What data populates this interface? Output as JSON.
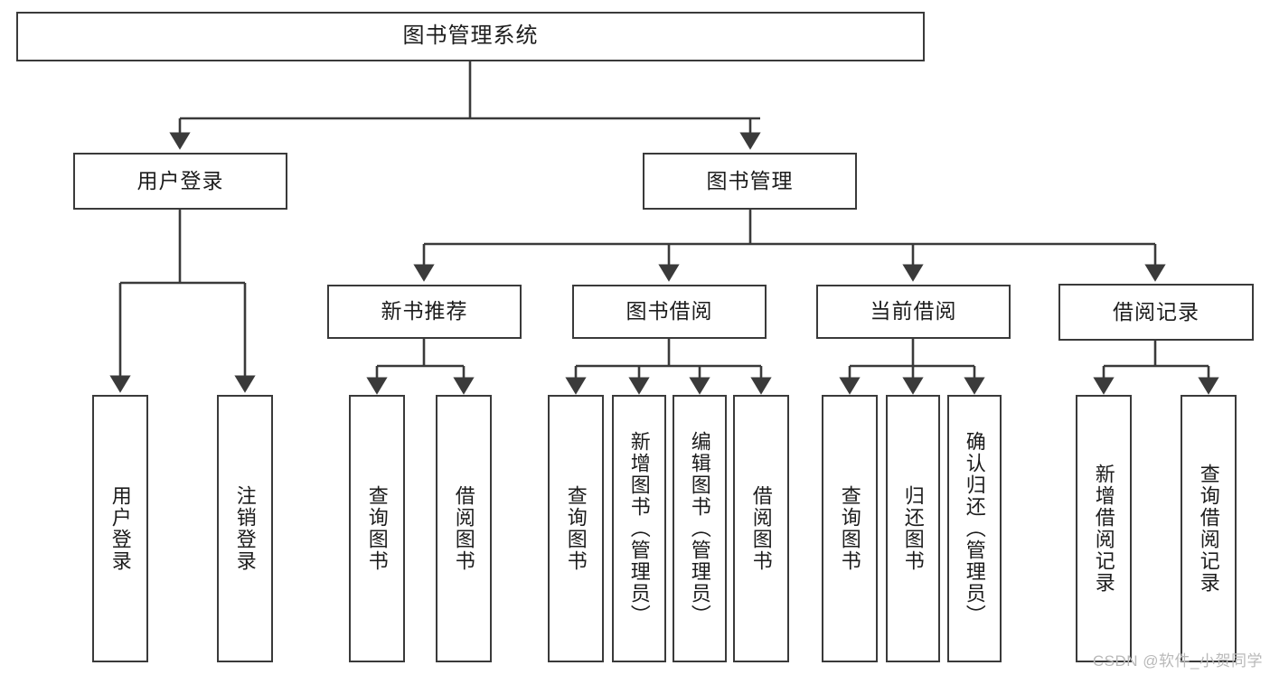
{
  "diagram": {
    "title": "图书管理系统",
    "type": "tree-hierarchy",
    "root": {
      "label": "图书管理系统"
    },
    "level1": [
      {
        "label": "用户登录"
      },
      {
        "label": "图书管理"
      }
    ],
    "level2": [
      {
        "label": "新书推荐"
      },
      {
        "label": "图书借阅"
      },
      {
        "label": "当前借阅"
      },
      {
        "label": "借阅记录"
      }
    ],
    "leaves": {
      "user_login": [
        {
          "label": "用户登录"
        },
        {
          "label": "注销登录"
        }
      ],
      "new_book_recommend": [
        {
          "label": "查询图书"
        },
        {
          "label": "借阅图书"
        }
      ],
      "book_borrow": [
        {
          "label": "查询图书"
        },
        {
          "label": "新增图书（管理员）"
        },
        {
          "label": "编辑图书（管理员）"
        },
        {
          "label": "借阅图书"
        }
      ],
      "current_borrow": [
        {
          "label": "查询图书"
        },
        {
          "label": "归还图书"
        },
        {
          "label": "确认归还（管理员）"
        }
      ],
      "borrow_record": [
        {
          "label": "新增借阅记录"
        },
        {
          "label": "查询借阅记录"
        }
      ]
    }
  },
  "watermark": {
    "text": "CSDN @软件_小贺同学"
  },
  "colors": {
    "border": "#3a3a3a",
    "background": "#ffffff",
    "text": "#1c1c1c",
    "watermark": "#b9b9b9"
  }
}
